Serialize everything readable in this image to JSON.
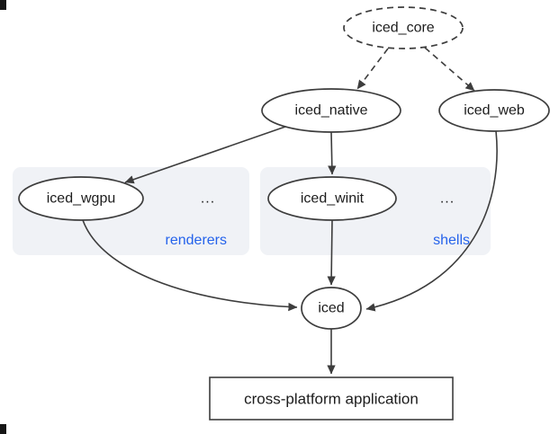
{
  "diagram": {
    "nodes": {
      "iced_core": {
        "label": "iced_core",
        "shape": "ellipse",
        "border": "dashed"
      },
      "iced_native": {
        "label": "iced_native",
        "shape": "ellipse",
        "border": "solid"
      },
      "iced_web": {
        "label": "iced_web",
        "shape": "ellipse",
        "border": "solid"
      },
      "iced_wgpu": {
        "label": "iced_wgpu",
        "shape": "ellipse",
        "border": "solid"
      },
      "iced_winit": {
        "label": "iced_winit",
        "shape": "ellipse",
        "border": "solid"
      },
      "iced": {
        "label": "iced",
        "shape": "ellipse",
        "border": "solid"
      },
      "app": {
        "label": "cross-platform application",
        "shape": "rectangle",
        "border": "solid"
      }
    },
    "groups": {
      "renderers": {
        "label": "renderers",
        "ellipsis": "...",
        "members": [
          "iced_wgpu"
        ]
      },
      "shells": {
        "label": "shells",
        "ellipsis": "...",
        "members": [
          "iced_winit"
        ]
      }
    },
    "edges": [
      {
        "from": "iced_core",
        "to": "iced_native",
        "style": "dashed"
      },
      {
        "from": "iced_core",
        "to": "iced_web",
        "style": "dashed"
      },
      {
        "from": "iced_native",
        "to": "iced_wgpu",
        "style": "solid"
      },
      {
        "from": "iced_native",
        "to": "iced_winit",
        "style": "solid"
      },
      {
        "from": "iced_wgpu",
        "to": "iced",
        "style": "solid"
      },
      {
        "from": "iced_winit",
        "to": "iced",
        "style": "solid"
      },
      {
        "from": "iced_web",
        "to": "iced",
        "style": "solid"
      },
      {
        "from": "iced",
        "to": "app",
        "style": "solid"
      }
    ],
    "colors": {
      "background": "#ffffff",
      "node_fill": "#ffffff",
      "node_stroke": "#3d3d3d",
      "edge": "#3d3d3d",
      "text": "#1c1c1c",
      "group_fill": "#f0f2f6",
      "group_label": "#2563eb"
    }
  }
}
